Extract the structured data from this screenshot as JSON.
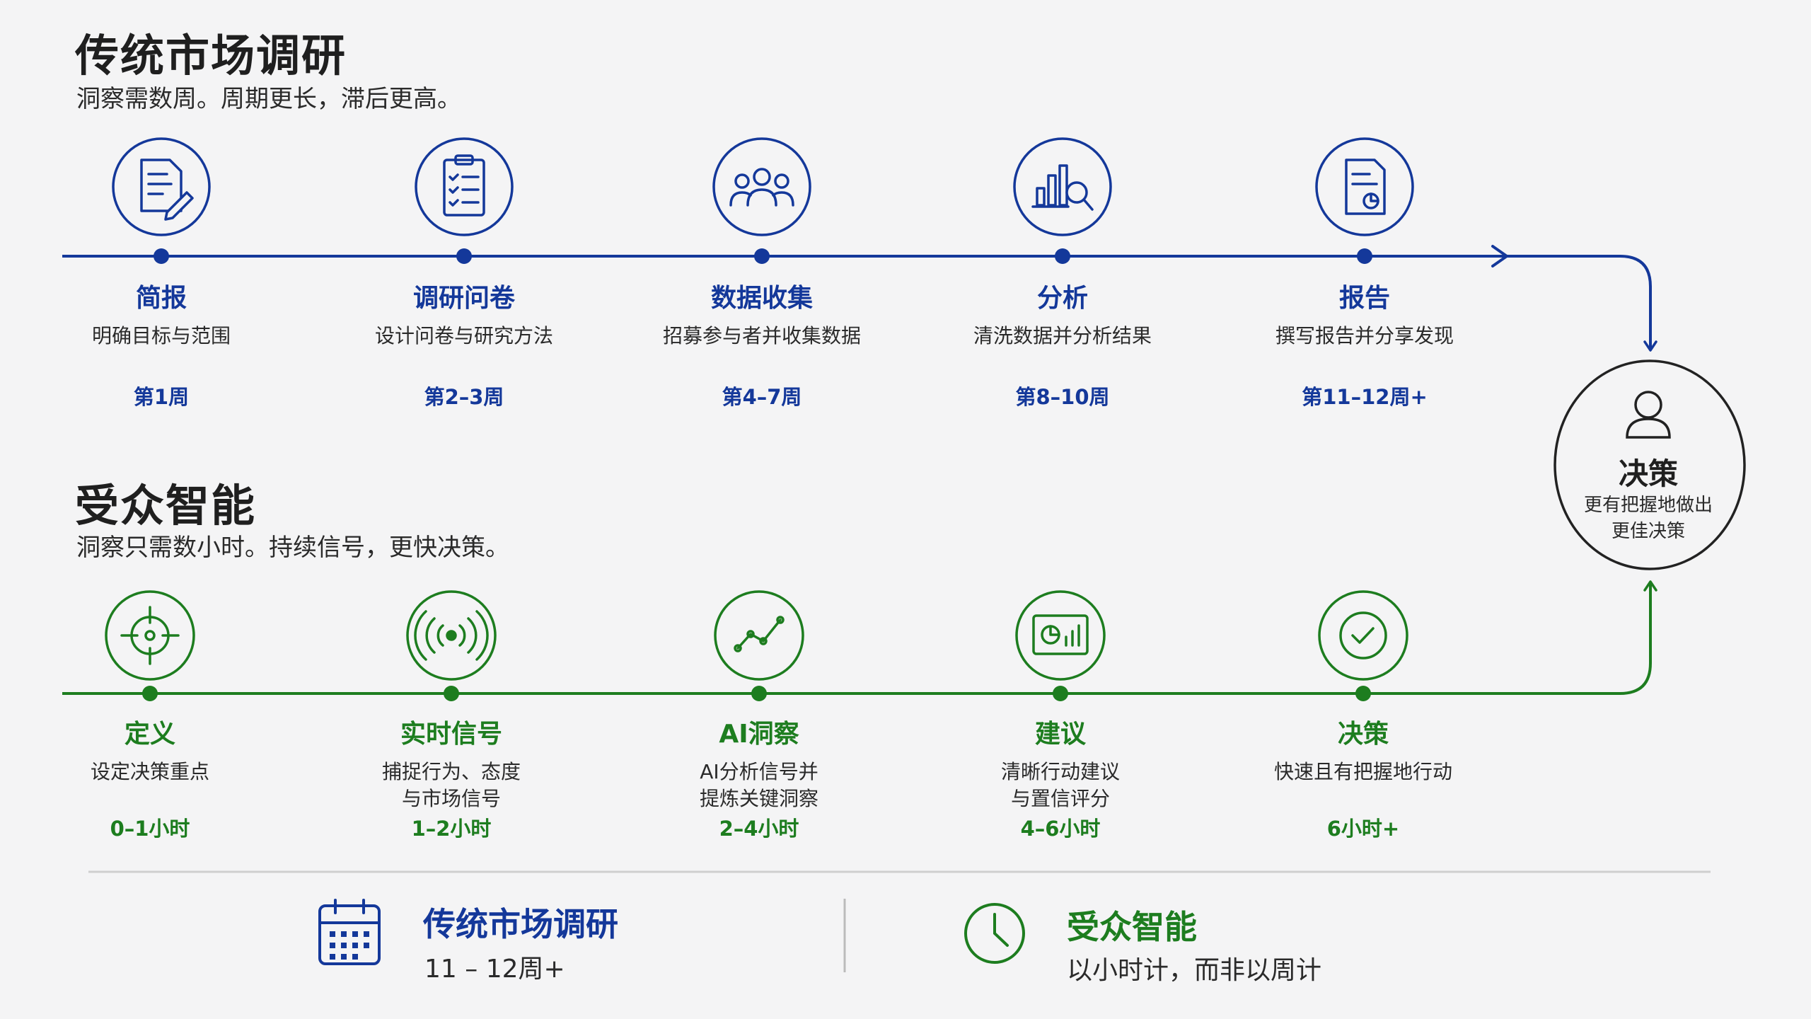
{
  "traditional": {
    "title": "传统市场调研",
    "subtitle": "洞察需数周。周期更长，滞后更高。",
    "color": "#14389a",
    "steps": [
      {
        "title": "简报",
        "desc": "明确目标与范围",
        "time": "第1周",
        "icon": "document-edit-icon"
      },
      {
        "title": "调研问卷",
        "desc": "设计问卷与研究方法",
        "time": "第2–3周",
        "icon": "clipboard-checklist-icon"
      },
      {
        "title": "数据收集",
        "desc": "招募参与者并收集数据",
        "time": "第4–7周",
        "icon": "people-group-icon"
      },
      {
        "title": "分析",
        "desc": "清洗数据并分析结果",
        "time": "第8–10周",
        "icon": "chart-magnifier-icon"
      },
      {
        "title": "报告",
        "desc": "撰写报告并分享发现",
        "time": "第11–12周+",
        "icon": "report-document-icon"
      }
    ]
  },
  "audience": {
    "title": "受众智能",
    "subtitle": "洞察只需数小时。持续信号，更快决策。",
    "color": "#1d7d1f",
    "steps": [
      {
        "title": "定义",
        "desc": "设定决策重点",
        "time": "0–1小时",
        "icon": "crosshair-target-icon"
      },
      {
        "title": "实时信号",
        "desc": "捕捉行为、态度\n与市场信号",
        "time": "1–2小时",
        "icon": "broadcast-signal-icon"
      },
      {
        "title": "AI洞察",
        "desc": "AI分析信号并\n提炼关键洞察",
        "time": "2–4小时",
        "icon": "trend-line-icon"
      },
      {
        "title": "建议",
        "desc": "清晰行动建议\n与置信评分",
        "time": "4–6小时",
        "icon": "dashboard-chart-icon"
      },
      {
        "title": "决策",
        "desc": "快速且有把握地行动",
        "time": "6小时+",
        "icon": "check-circle-icon"
      }
    ]
  },
  "decision": {
    "title": "决策",
    "desc": "更有把握地做出\n更佳决策",
    "icon": "person-icon"
  },
  "summary": {
    "left": {
      "title": "传统市场调研",
      "value": "11 – 12周+",
      "icon": "calendar-icon"
    },
    "right": {
      "title": "受众智能",
      "value": "以小时计，而非以周计",
      "icon": "clock-icon"
    }
  }
}
